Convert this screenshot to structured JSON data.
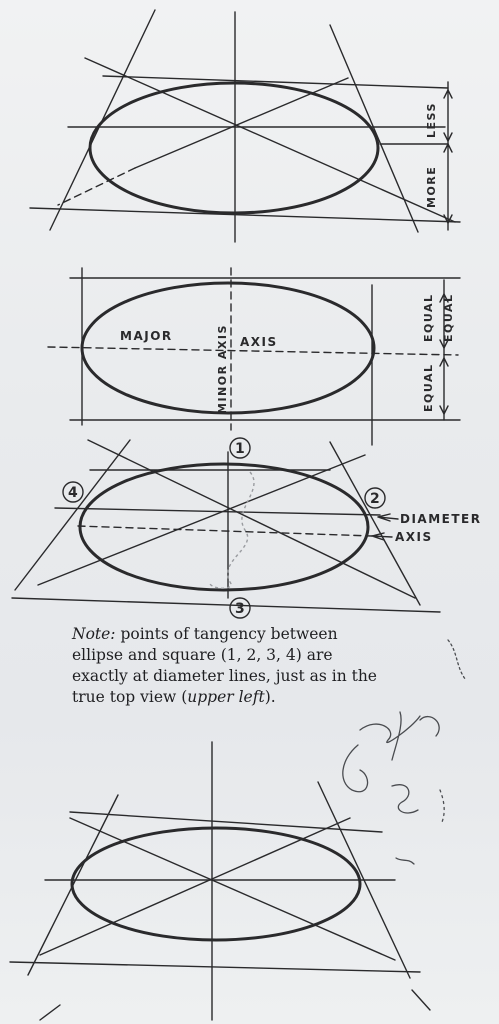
{
  "labels": {
    "more": "MORE",
    "less": "LESS",
    "major": "MAJOR",
    "axis": "AXIS",
    "minor_axis": "MINOR AXIS",
    "equal_top": "EQUAL",
    "equal_mid": "EQUAL",
    "equal_bottom": "EQUAL",
    "diameter": "DIAMETER",
    "axis_pointer": "AXIS"
  },
  "points": {
    "p1": "1",
    "p2": "2",
    "p3": "3",
    "p4": "4"
  },
  "note": {
    "lead": "Note:",
    "body": " points of tangency between ellipse and square (1, 2, 3, 4) are exactly at diameter lines, just as in the true top view (",
    "ref": "upper left",
    "tail": ")."
  }
}
